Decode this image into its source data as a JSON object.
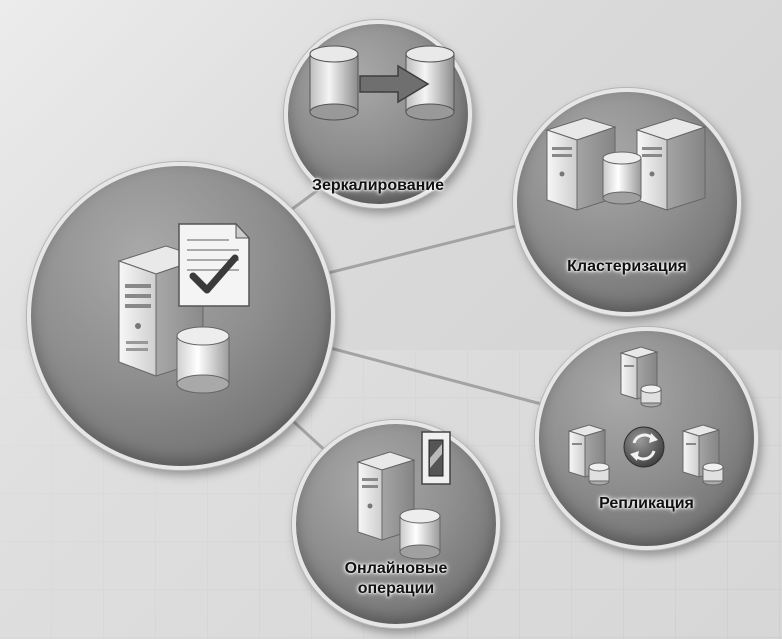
{
  "nodes": {
    "center": {
      "label": ""
    },
    "mirroring": {
      "label": "Зеркалирование"
    },
    "clustering": {
      "label": "Кластеризация"
    },
    "replication": {
      "label": "Репликация"
    },
    "online": {
      "label_line1": "Онлайновые",
      "label_line2": "операции"
    }
  },
  "colors": {
    "bubble": "#8e8e8e",
    "rim": "#e6e6e6",
    "connector": "#a0a0a0",
    "label": "#111111"
  },
  "icons": [
    "server-icon",
    "database-icon",
    "document-check-icon",
    "arrow-right-icon",
    "sync-icon",
    "switch-icon"
  ]
}
